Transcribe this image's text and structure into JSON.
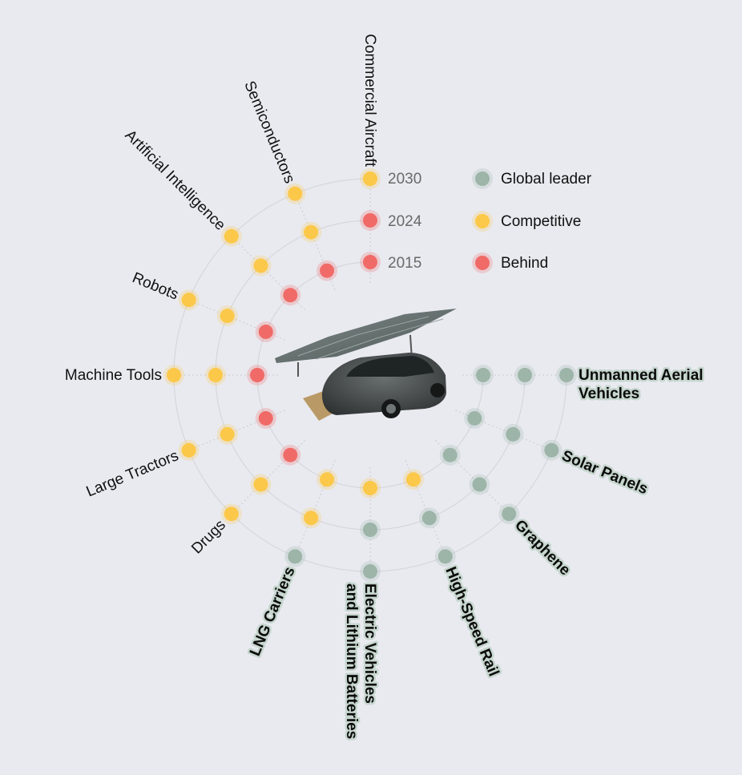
{
  "chart_data": {
    "type": "radial dot chart",
    "years": [
      "2015",
      "2024",
      "2030"
    ],
    "legend": [
      {
        "key": "leader",
        "label": "Global leader",
        "color": "#9db5a8"
      },
      {
        "key": "competitive",
        "label": "Competitive",
        "color": "#fcc84a"
      },
      {
        "key": "behind",
        "label": "Behind",
        "color": "#f06b68"
      }
    ],
    "categories": [
      {
        "name": "Commercial Aircraft",
        "status": [
          "behind",
          "behind",
          "competitive"
        ]
      },
      {
        "name": "Semiconductors",
        "status": [
          "behind",
          "competitive",
          "competitive"
        ]
      },
      {
        "name": "Artificial Intelligence",
        "status": [
          "behind",
          "competitive",
          "competitive"
        ]
      },
      {
        "name": "Robots",
        "status": [
          "behind",
          "competitive",
          "competitive"
        ]
      },
      {
        "name": "Machine Tools",
        "status": [
          "behind",
          "competitive",
          "competitive"
        ]
      },
      {
        "name": "Large Tractors",
        "status": [
          "behind",
          "competitive",
          "competitive"
        ]
      },
      {
        "name": "Drugs",
        "status": [
          "behind",
          "competitive",
          "competitive"
        ]
      },
      {
        "name": "LNG Carriers",
        "status": [
          "competitive",
          "competitive",
          "leader"
        ]
      },
      {
        "name": "Electric Vehicles\nand Lithium Batteries",
        "status": [
          "competitive",
          "leader",
          "leader"
        ]
      },
      {
        "name": "High-Speed Rail",
        "status": [
          "competitive",
          "leader",
          "leader"
        ]
      },
      {
        "name": "Graphene",
        "status": [
          "leader",
          "leader",
          "leader"
        ]
      },
      {
        "name": "Solar Panels",
        "status": [
          "leader",
          "leader",
          "leader"
        ]
      },
      {
        "name": "Unmanned Aerial\nVehicles",
        "status": [
          "leader",
          "leader",
          "leader"
        ]
      }
    ]
  },
  "colors": {
    "background": "#e9eaf0",
    "grid": "#d5d7dd",
    "label_highlight": "#c6d6ce"
  },
  "image": {
    "subject": "photo-car-solar-carport"
  }
}
